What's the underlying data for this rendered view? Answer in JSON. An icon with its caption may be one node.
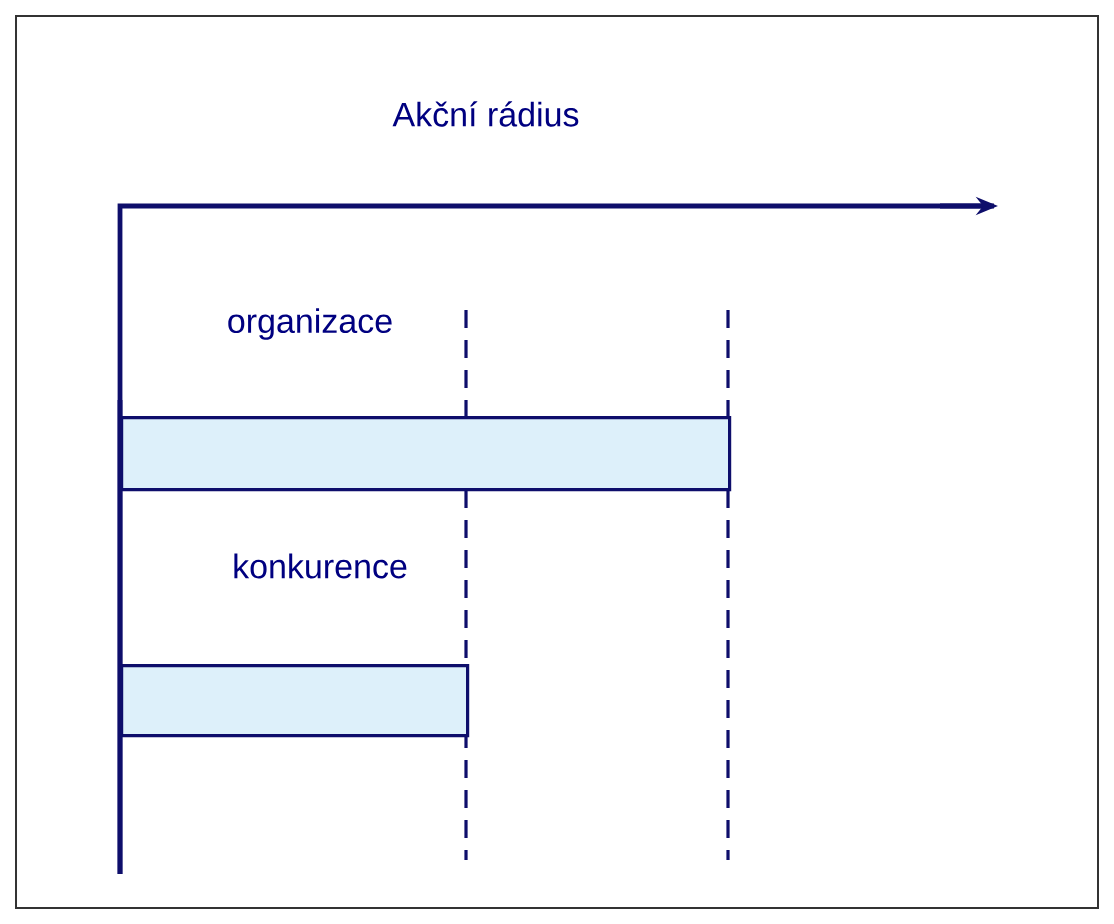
{
  "diagram": {
    "title": "Akční rádius",
    "nodes": [
      {
        "text": [],
        "shape": "bar",
        "beside": [
          "organizace"
        ]
      },
      {
        "text": [],
        "shape": "bar",
        "beside": [
          "konkurence"
        ]
      }
    ]
  }
}
